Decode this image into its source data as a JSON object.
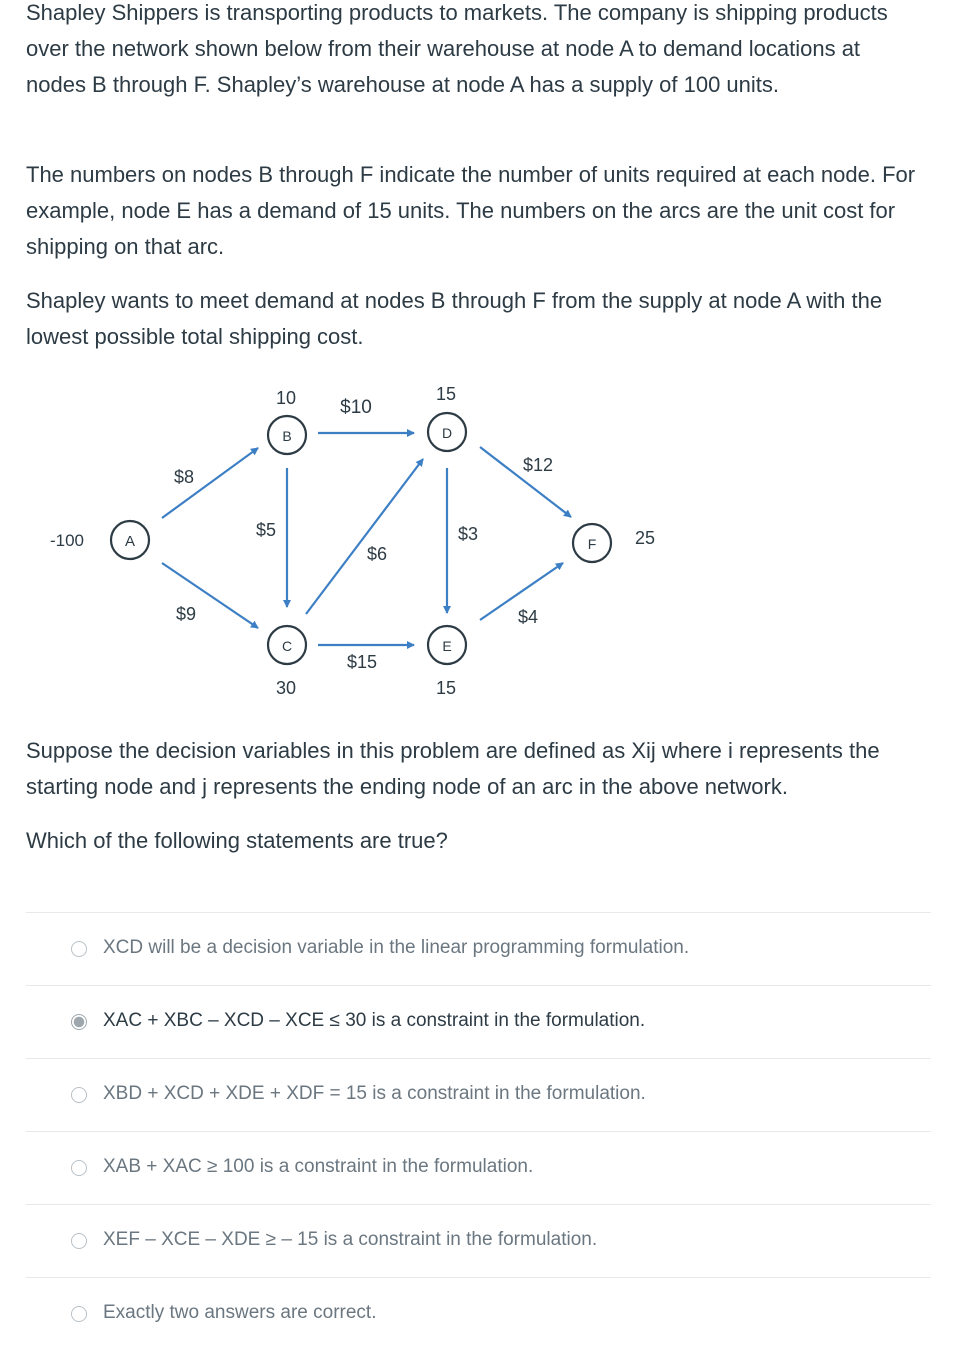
{
  "question": {
    "p1": "Shapley Shippers is transporting products to markets.  The company is shipping products over the network shown below from their warehouse at node A to demand locations at nodes B through F.  Shapley’s warehouse at node A has a supply of 100 units.",
    "p2": "The numbers on nodes B through F indicate the number of units required at each node.  For example, node E has a demand of 15 units.  The numbers on the arcs are the unit cost for shipping on that arc.",
    "p3": "Shapley wants to meet demand at nodes B through F from the supply at node A with the lowest possible total shipping cost.",
    "p4": "Suppose the decision variables in this problem are defined as Xij where i represents the starting node and j represents the ending node of an arc in the above network.",
    "p5": "Which of the following statements are true?"
  },
  "network": {
    "nodes": {
      "A": {
        "label": "A",
        "value": "-100"
      },
      "B": {
        "label": "B",
        "value": "10"
      },
      "C": {
        "label": "C",
        "value": "30"
      },
      "D": {
        "label": "D",
        "value": "15"
      },
      "E": {
        "label": "E",
        "value": "15"
      },
      "F": {
        "label": "F",
        "value": "25"
      }
    },
    "arcs": {
      "AB": "$8",
      "AC": "$9",
      "BD": "$10",
      "BC": "$5",
      "CD": "$6",
      "CE": "$15",
      "DE": "$3",
      "DF": "$12",
      "EF": "$4"
    }
  },
  "answers": [
    {
      "label": "XCD will be a decision variable in the linear programming formulation.",
      "selected": false
    },
    {
      "label": "XAC + XBC – XCD – XCE ≤ 30 is a constraint in the formulation.",
      "selected": true
    },
    {
      "label": "XBD + XCD + XDE + XDF = 15 is a constraint in the formulation.",
      "selected": false
    },
    {
      "label": "XAB + XAC ≥ 100 is a constraint in the formulation.",
      "selected": false
    },
    {
      "label": "XEF – XCE – XDE ≥ – 15 is a constraint in the formulation.",
      "selected": false
    },
    {
      "label": "Exactly two answers are correct.",
      "selected": false
    }
  ],
  "colors": {
    "text": "#2d3b45",
    "muted": "#6b7780",
    "arrow": "#3d7fc4",
    "node_border": "#2d3b45"
  }
}
